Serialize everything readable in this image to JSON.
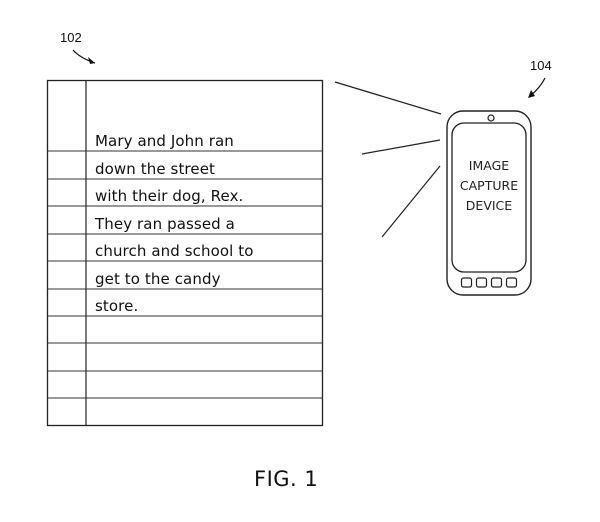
{
  "figure": {
    "caption": "FIG. 1",
    "reference_numerals": {
      "document": "102",
      "device": "104"
    }
  },
  "document": {
    "lines": [
      "Mary and John ran",
      "down the street",
      "with their dog, Rex.",
      "They ran passed a",
      "church and school to",
      "get to the candy",
      "store."
    ]
  },
  "device": {
    "label_lines": [
      "IMAGE",
      "CAPTURE",
      "DEVICE"
    ],
    "button_count": 4
  }
}
